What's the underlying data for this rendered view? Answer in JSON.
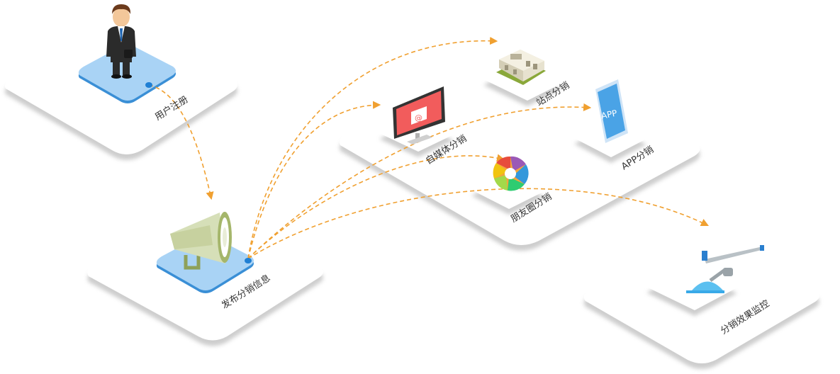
{
  "labels": {
    "register": "用户注册",
    "publish": "发布分销信息",
    "we_media": "自媒体分销",
    "site": "站点分销",
    "app": "APP分销",
    "moments": "朋友圈分销",
    "monitor": "分销效果监控"
  },
  "icons": {
    "register": "businessman-icon",
    "publish": "megaphone-icon",
    "we_media": "monitor-email-icon",
    "site": "building-icon",
    "app": "phone-app-icon",
    "moments": "camera-aperture-icon",
    "monitor": "microscope-icon"
  },
  "app_screen_text": "APP",
  "colors": {
    "arrow": "#f0a030",
    "platform_blue": "#a9d3f5",
    "platform_shadow": "#d9d9d9"
  }
}
